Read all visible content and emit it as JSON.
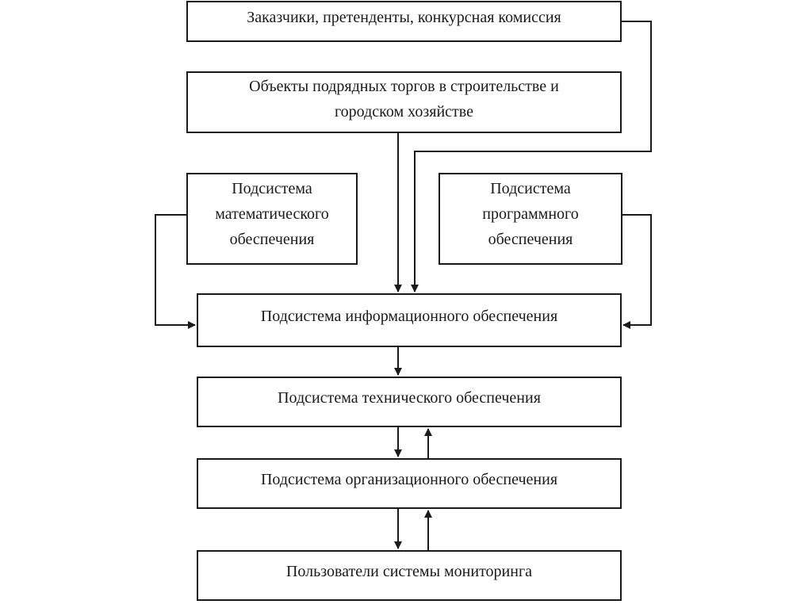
{
  "boxes": {
    "customers": "Заказчики, претенденты, конкурсная комиссия",
    "objects": "Объекты подрядных торгов в строительстве и\nгородском хозяйстве",
    "math": "Подсистема\nматематического\nобеспечения",
    "software": "Подсистема\nпрограммного\nобеспечения",
    "information": "Подсистема информационного обеспечения",
    "technical": "Подсистема технического обеспечения",
    "organizational": "Подсистема организационного обеспечения",
    "users": "Пользователи системы мониторинга"
  },
  "colors": {
    "line": "#1a1a1a",
    "background": "#ffffff"
  }
}
